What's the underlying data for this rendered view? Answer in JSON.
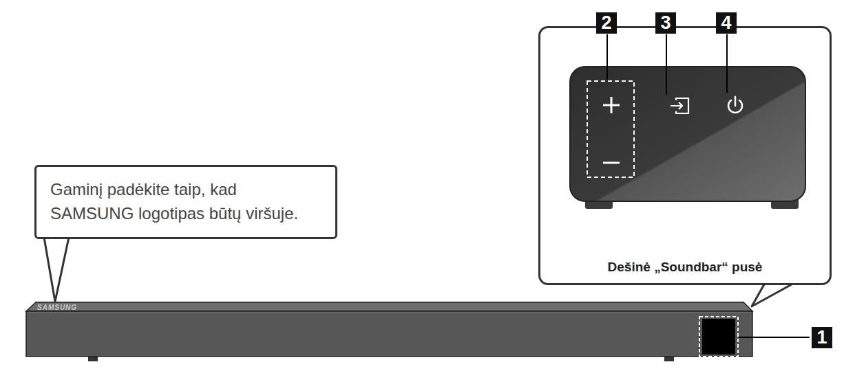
{
  "diagram": {
    "nodes": [
      {
        "text": [
          "Gaminį padėkite taip, kad SAMSUNG logotipas būtų viršuje."
        ]
      },
      {
        "text": [
          "Dešinė „Soundbar“ pusė"
        ]
      }
    ],
    "labels": [
      "SAMSUNG",
      "1",
      "2",
      "3",
      "4"
    ]
  }
}
